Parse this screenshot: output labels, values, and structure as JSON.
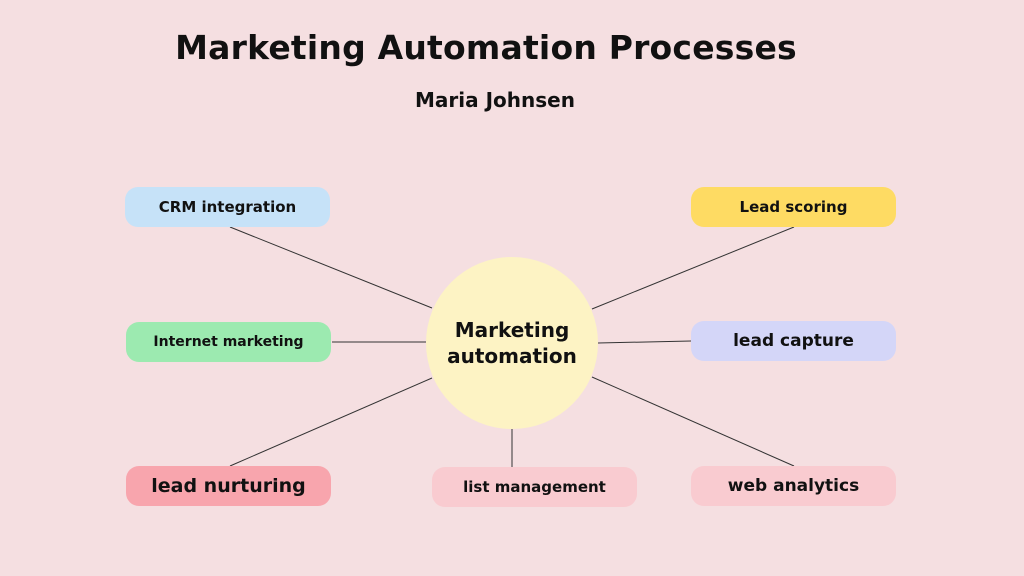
{
  "header": {
    "title": "Marketing Automation Processes",
    "author": "Maria Johnsen"
  },
  "diagram": {
    "center": {
      "line1": "Marketing",
      "line2": "automation"
    },
    "nodes": {
      "crm": "CRM integration",
      "internet": "Internet marketing",
      "nurturing": "lead nurturing",
      "list": "list management",
      "scoring": "Lead scoring",
      "capture": "lead capture",
      "web": "web analytics"
    }
  },
  "colors": {
    "background": "#f5dfe1",
    "center": "#fdf3c4",
    "crm": "#c6e2f8",
    "internet": "#9ceab0",
    "nurturing": "#f8a5ad",
    "list": "#f9cbd0",
    "scoring": "#fedb63",
    "capture": "#d4d6f8",
    "web": "#f9cbd0"
  }
}
